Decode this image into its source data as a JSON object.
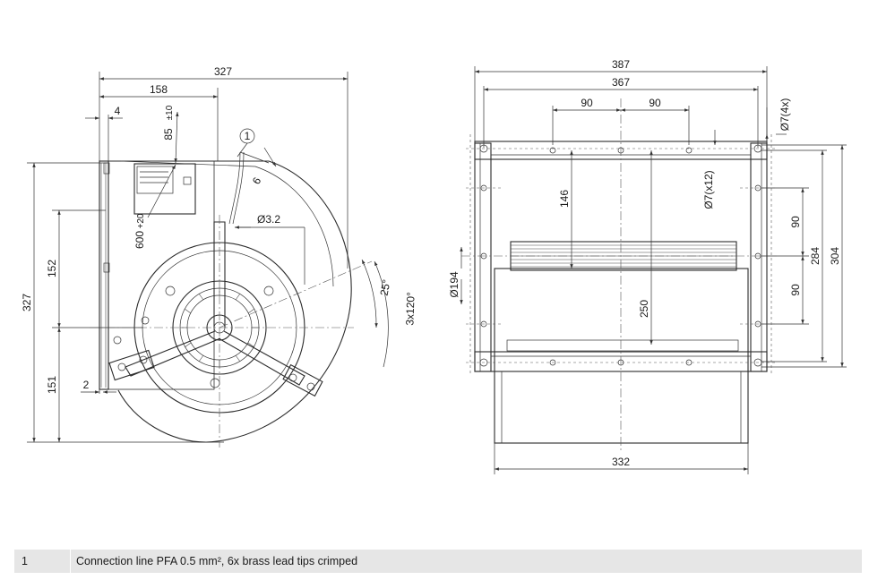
{
  "left_view": {
    "dims": {
      "overall_width": "327",
      "half_width": "158",
      "flange_offset": "4",
      "lead_length": "85",
      "lead_length_tol": "±10",
      "lead_loop": "600",
      "lead_loop_tol": "+20",
      "callout": "1",
      "lead_exit": "6",
      "hole_dia": "Ø3.2",
      "angle": "25°",
      "pattern": "3x120°",
      "overall_height": "327",
      "upper_height": "152",
      "lower_height": "151",
      "base_offset": "2"
    }
  },
  "right_view": {
    "dims": {
      "overall_width": "387",
      "inner_width": "367",
      "hole_pitch_left": "90",
      "hole_pitch_right": "90",
      "hole_corner": "Ø7(4x)",
      "hole_side": "Ø7(x12)",
      "depth_146": "146",
      "inlet_dia": "Ø194",
      "depth_250": "250",
      "pitch_90_top": "90",
      "pitch_90_bottom": "90",
      "height_284": "284",
      "height_304": "304",
      "housing_width": "332"
    }
  },
  "legend": {
    "item_number": "1",
    "item_text": "Connection line PFA 0.5 mm², 6x brass lead tips crimped"
  }
}
